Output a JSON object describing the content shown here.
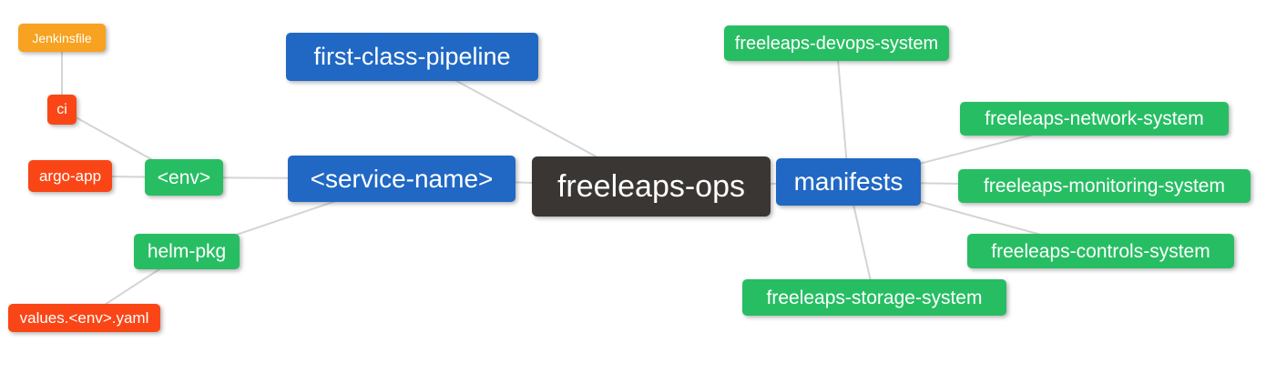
{
  "diagram": {
    "type": "mindmap",
    "root_id": "freeleaps-ops",
    "palette": {
      "blue": "#2068C4",
      "green": "#27BE63",
      "orange": "#F7A220",
      "red": "#FA4616",
      "dark": "#3A3633",
      "line": "#D4D4D4",
      "text": "#FFFFFF",
      "background": "#FFFFFF"
    },
    "nodes": [
      {
        "id": "jenkinsfile",
        "label": "Jenkinsfile",
        "color": "orange"
      },
      {
        "id": "ci",
        "label": "ci",
        "color": "red"
      },
      {
        "id": "argo-app",
        "label": "argo-app",
        "color": "red"
      },
      {
        "id": "env",
        "label": "<env>",
        "color": "green"
      },
      {
        "id": "service-name",
        "label": "<service-name>",
        "color": "blue"
      },
      {
        "id": "helm-pkg",
        "label": "helm-pkg",
        "color": "green"
      },
      {
        "id": "values-env-yaml",
        "label": "values.<env>.yaml",
        "color": "red"
      },
      {
        "id": "first-class-pipeline",
        "label": "first-class-pipeline",
        "color": "blue"
      },
      {
        "id": "freeleaps-ops",
        "label": "freeleaps-ops",
        "color": "dark"
      },
      {
        "id": "manifests",
        "label": "manifests",
        "color": "blue"
      },
      {
        "id": "devops",
        "label": "freeleaps-devops-system",
        "color": "green"
      },
      {
        "id": "network",
        "label": "freeleaps-network-system",
        "color": "green"
      },
      {
        "id": "monitoring",
        "label": "freeleaps-monitoring-system",
        "color": "green"
      },
      {
        "id": "controls",
        "label": "freeleaps-controls-system",
        "color": "green"
      },
      {
        "id": "storage",
        "label": "freeleaps-storage-system",
        "color": "green"
      }
    ],
    "edges": [
      [
        "jenkinsfile",
        "ci"
      ],
      [
        "ci",
        "env"
      ],
      [
        "argo-app",
        "env"
      ],
      [
        "env",
        "service-name"
      ],
      [
        "helm-pkg",
        "service-name"
      ],
      [
        "values-env-yaml",
        "helm-pkg"
      ],
      [
        "first-class-pipeline",
        "freeleaps-ops"
      ],
      [
        "service-name",
        "freeleaps-ops"
      ],
      [
        "freeleaps-ops",
        "manifests"
      ],
      [
        "manifests",
        "devops"
      ],
      [
        "manifests",
        "network"
      ],
      [
        "manifests",
        "monitoring"
      ],
      [
        "manifests",
        "controls"
      ],
      [
        "manifests",
        "storage"
      ]
    ]
  }
}
